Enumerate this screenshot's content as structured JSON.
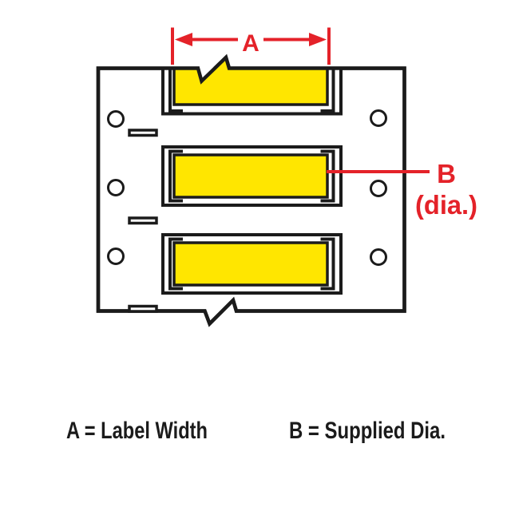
{
  "diagram": {
    "dimension_a_label": "A",
    "dimension_b_label": "B",
    "dimension_b_sub_label": "(dia.)",
    "legend": {
      "a": "A = Label Width",
      "b": "B = Supplied Dia."
    },
    "colors": {
      "label_yellow": "#FFE600",
      "dimension_red": "#E42229",
      "line_black": "#1B1B1B"
    },
    "labels_count": 3
  }
}
